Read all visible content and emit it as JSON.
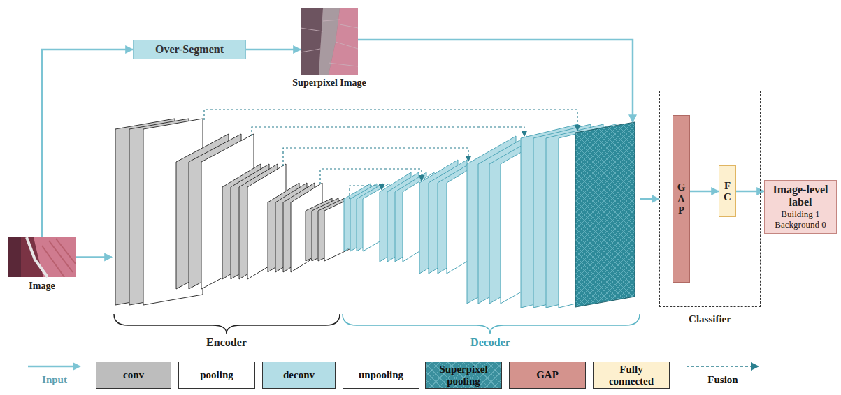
{
  "diagram": {
    "nodes": [
      {
        "text": [
          "Over-Segment"
        ]
      },
      {
        "text": [
          "Superpixel Image"
        ]
      },
      {
        "text": [
          "Image"
        ]
      },
      {
        "text": [
          "Encoder"
        ]
      },
      {
        "text": [
          "Decoder"
        ]
      },
      {
        "text": [
          "Classifier"
        ]
      },
      {
        "text": [
          "GAP"
        ],
        "in": 5
      },
      {
        "text": [
          "FC"
        ],
        "in": 5
      },
      {
        "text": [
          "Image-level label",
          "Building 1",
          "Background 0"
        ]
      }
    ],
    "edges": [
      {
        "from": 2,
        "to": 0,
        "arrow": "to"
      },
      {
        "from": 0,
        "to": 1,
        "arrow": "to"
      },
      {
        "from": 1,
        "to": 4,
        "arrow": "to"
      },
      {
        "from": 2,
        "to": 3,
        "arrow": "to"
      },
      {
        "from": 4,
        "to": 5,
        "arrow": "to"
      },
      {
        "from": 6,
        "to": 7,
        "arrow": "to"
      },
      {
        "from": 7,
        "to": 8,
        "arrow": "to"
      }
    ],
    "legend": [
      {
        "text": "Input"
      },
      {
        "text": "conv",
        "color": "#bdbdbd"
      },
      {
        "text": "pooling",
        "color": "#ffffff"
      },
      {
        "text": "deconv",
        "color": "#b3dde6"
      },
      {
        "text": "unpooling",
        "color": "#ffffff"
      },
      {
        "text": "Superpixel pooling",
        "color": "#3a8f9d"
      },
      {
        "text": "GAP",
        "color": "#d4938d"
      },
      {
        "text": "Fully connected",
        "color": "#fdf0cf"
      },
      {
        "text": "Fusion"
      }
    ]
  }
}
